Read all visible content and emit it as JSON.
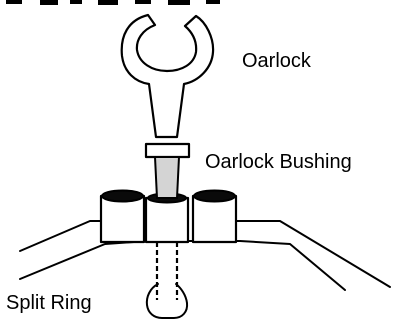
{
  "labels": {
    "oarlock": "Oarlock",
    "bushing": "Oarlock Bushing",
    "split_ring": "Split Ring"
  },
  "colors": {
    "stroke": "#000000",
    "bushing_fill": "#d4d4d4",
    "cap_fill": "#0a0a0a",
    "background": "#ffffff"
  }
}
